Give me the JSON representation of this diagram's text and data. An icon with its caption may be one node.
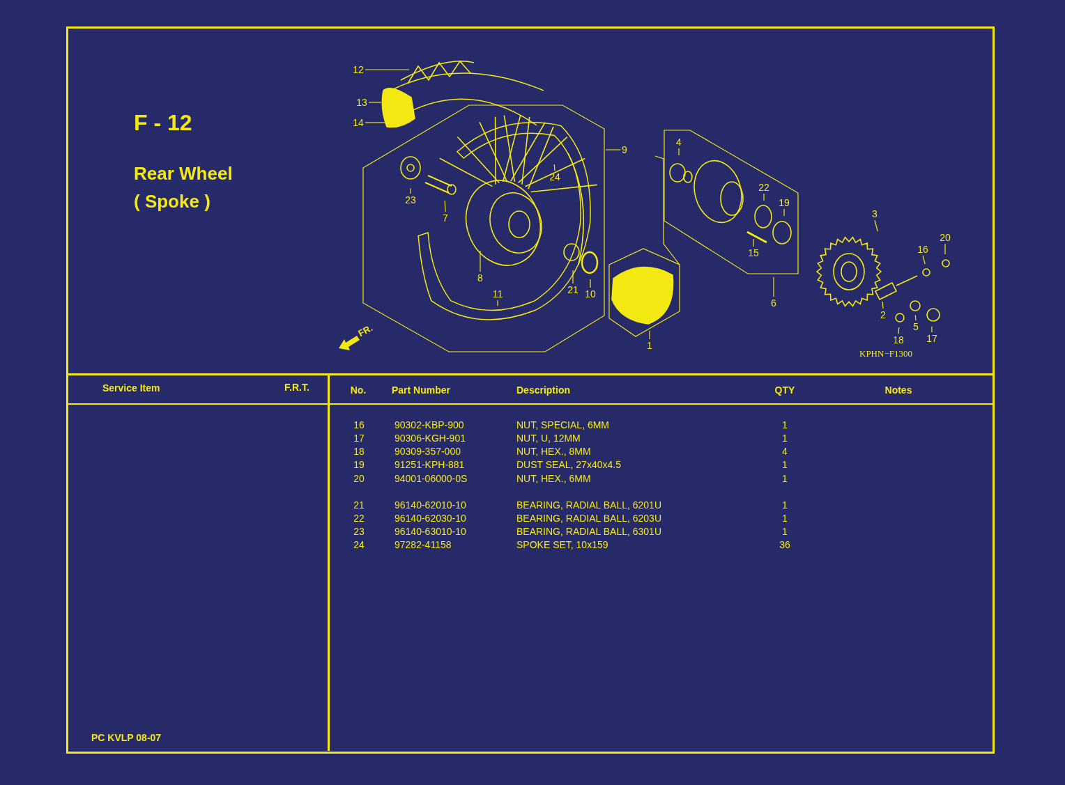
{
  "diagram": {
    "title": "F - 12",
    "nodes": [
      {
        "text": [
          "12"
        ]
      },
      {
        "text": [
          "13"
        ]
      },
      {
        "text": [
          "14"
        ]
      },
      {
        "text": [
          "4"
        ]
      },
      {
        "text": [
          "9"
        ]
      },
      {
        "text": [
          "24"
        ]
      },
      {
        "text": [
          "22"
        ]
      },
      {
        "text": [
          "23"
        ]
      },
      {
        "text": [
          "19"
        ]
      },
      {
        "text": [
          "3"
        ]
      },
      {
        "text": [
          "7"
        ]
      },
      {
        "text": [
          "20"
        ]
      },
      {
        "text": [
          "16"
        ]
      },
      {
        "text": [
          "15"
        ]
      },
      {
        "text": [
          "8"
        ]
      },
      {
        "text": [
          "21"
        ]
      },
      {
        "text": [
          "11"
        ]
      },
      {
        "text": [
          "10"
        ]
      },
      {
        "text": [
          "6"
        ]
      },
      {
        "text": [
          "2"
        ]
      },
      {
        "text": [
          "5"
        ]
      },
      {
        "text": [
          "17"
        ]
      },
      {
        "text": [
          "18"
        ]
      },
      {
        "text": [
          "1"
        ]
      }
    ],
    "edges": [
      {
        "from": 0,
        "to": null,
        "arrow": "none"
      },
      {
        "from": 1,
        "to": null,
        "arrow": "none"
      },
      {
        "from": 2,
        "to": null,
        "arrow": "none"
      },
      {
        "from": 3,
        "to": null,
        "arrow": "none"
      },
      {
        "from": 4,
        "to": null,
        "arrow": "none"
      },
      {
        "from": 5,
        "to": null,
        "arrow": "none"
      },
      {
        "from": 6,
        "to": null,
        "arrow": "none"
      },
      {
        "from": 7,
        "to": null,
        "arrow": "none"
      },
      {
        "from": 8,
        "to": null,
        "arrow": "none"
      },
      {
        "from": 9,
        "to": null,
        "arrow": "none"
      },
      {
        "from": 10,
        "to": null,
        "arrow": "none"
      },
      {
        "from": 11,
        "to": null,
        "arrow": "none"
      },
      {
        "from": 12,
        "to": null,
        "arrow": "none"
      },
      {
        "from": 13,
        "to": null,
        "arrow": "none"
      },
      {
        "from": 14,
        "to": null,
        "arrow": "none"
      },
      {
        "from": 15,
        "to": null,
        "arrow": "none"
      },
      {
        "from": 16,
        "to": null,
        "arrow": "none"
      },
      {
        "from": 17,
        "to": null,
        "arrow": "none"
      },
      {
        "from": 18,
        "to": null,
        "arrow": "none"
      },
      {
        "from": 19,
        "to": null,
        "arrow": "none"
      },
      {
        "from": 20,
        "to": null,
        "arrow": "none"
      },
      {
        "from": 21,
        "to": null,
        "arrow": "none"
      },
      {
        "from": 22,
        "to": null,
        "arrow": "none"
      },
      {
        "from": 23,
        "to": null,
        "arrow": "none"
      }
    ],
    "labels": [
      "Rear Wheel ( Spoke )",
      "FR.",
      "KPHN−F1300",
      "Service Item",
      "F.R.T.",
      "No.",
      "Part Number",
      "Description",
      "QTY",
      "Notes",
      "16",
      "90302-KBP-900",
      "NUT, SPECIAL, 6MM",
      "1",
      "17",
      "90306-KGH-901",
      "NUT, U, 12MM",
      "1",
      "18",
      "90309-357-000",
      "NUT, HEX., 8MM",
      "4",
      "19",
      "91251-KPH-881",
      "DUST SEAL, 27x40x4.5",
      "1",
      "20",
      "94001-06000-0S",
      "NUT, HEX., 6MM",
      "1",
      "21",
      "96140-62010-10",
      "BEARING, RADIAL BALL, 6201U",
      "1",
      "22",
      "96140-62030-10",
      "BEARING, RADIAL BALL, 6203U",
      "1",
      "23",
      "96140-63010-10",
      "BEARING, RADIAL BALL, 6301U",
      "1",
      "24",
      "97282-41158",
      "SPOKE SET, 10x159",
      "36",
      "PC KVLP 08-07"
    ]
  }
}
